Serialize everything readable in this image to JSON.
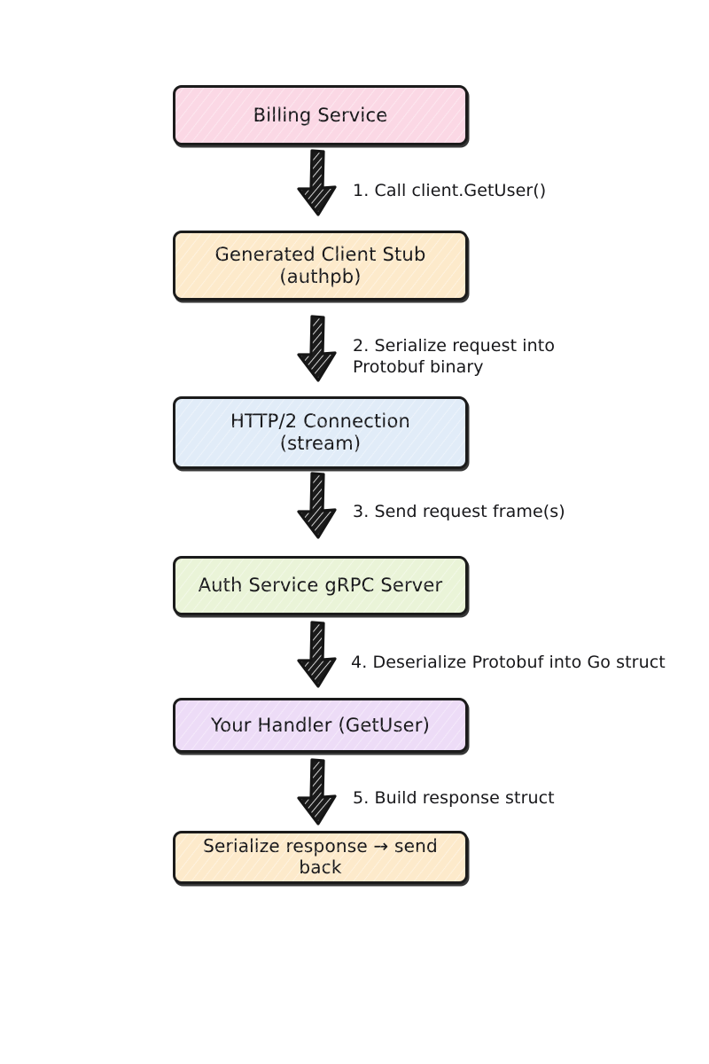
{
  "diagram": {
    "type": "flowchart",
    "orientation": "top-to-bottom",
    "style": "hand-drawn-sketch",
    "background_color": "#ffffff",
    "stroke_color": "#1b1b1b",
    "text_color": "#17171a",
    "nodes": [
      {
        "id": "billing-service",
        "label": "Billing Service",
        "fill": "#fbd8e5"
      },
      {
        "id": "generated-client-stub",
        "label": "Generated Client Stub\n(authpb)",
        "fill": "#fdeacb"
      },
      {
        "id": "http2-connection",
        "label": "HTTP/2 Connection\n(stream)",
        "fill": "#e1ecf8"
      },
      {
        "id": "auth-service-grpc-server",
        "label": "Auth Service gRPC Server",
        "fill": "#eaf4d8"
      },
      {
        "id": "your-handler",
        "label": "Your Handler (GetUser)",
        "fill": "#eddcf7"
      },
      {
        "id": "serialize-response",
        "label": "Serialize response → send back",
        "fill": "#fdeacb"
      }
    ],
    "edges": [
      {
        "id": "edge-1",
        "from": "billing-service",
        "to": "generated-client-stub",
        "label": "1. Call client.GetUser()"
      },
      {
        "id": "edge-2",
        "from": "generated-client-stub",
        "to": "http2-connection",
        "label": "2. Serialize request into\n    Protobuf binary"
      },
      {
        "id": "edge-3",
        "from": "http2-connection",
        "to": "auth-service-grpc-server",
        "label": "3. Send request frame(s)"
      },
      {
        "id": "edge-4",
        "from": "auth-service-grpc-server",
        "to": "your-handler",
        "label": "4. Deserialize Protobuf into Go struct"
      },
      {
        "id": "edge-5",
        "from": "your-handler",
        "to": "serialize-response",
        "label": "5. Build response struct"
      }
    ]
  }
}
